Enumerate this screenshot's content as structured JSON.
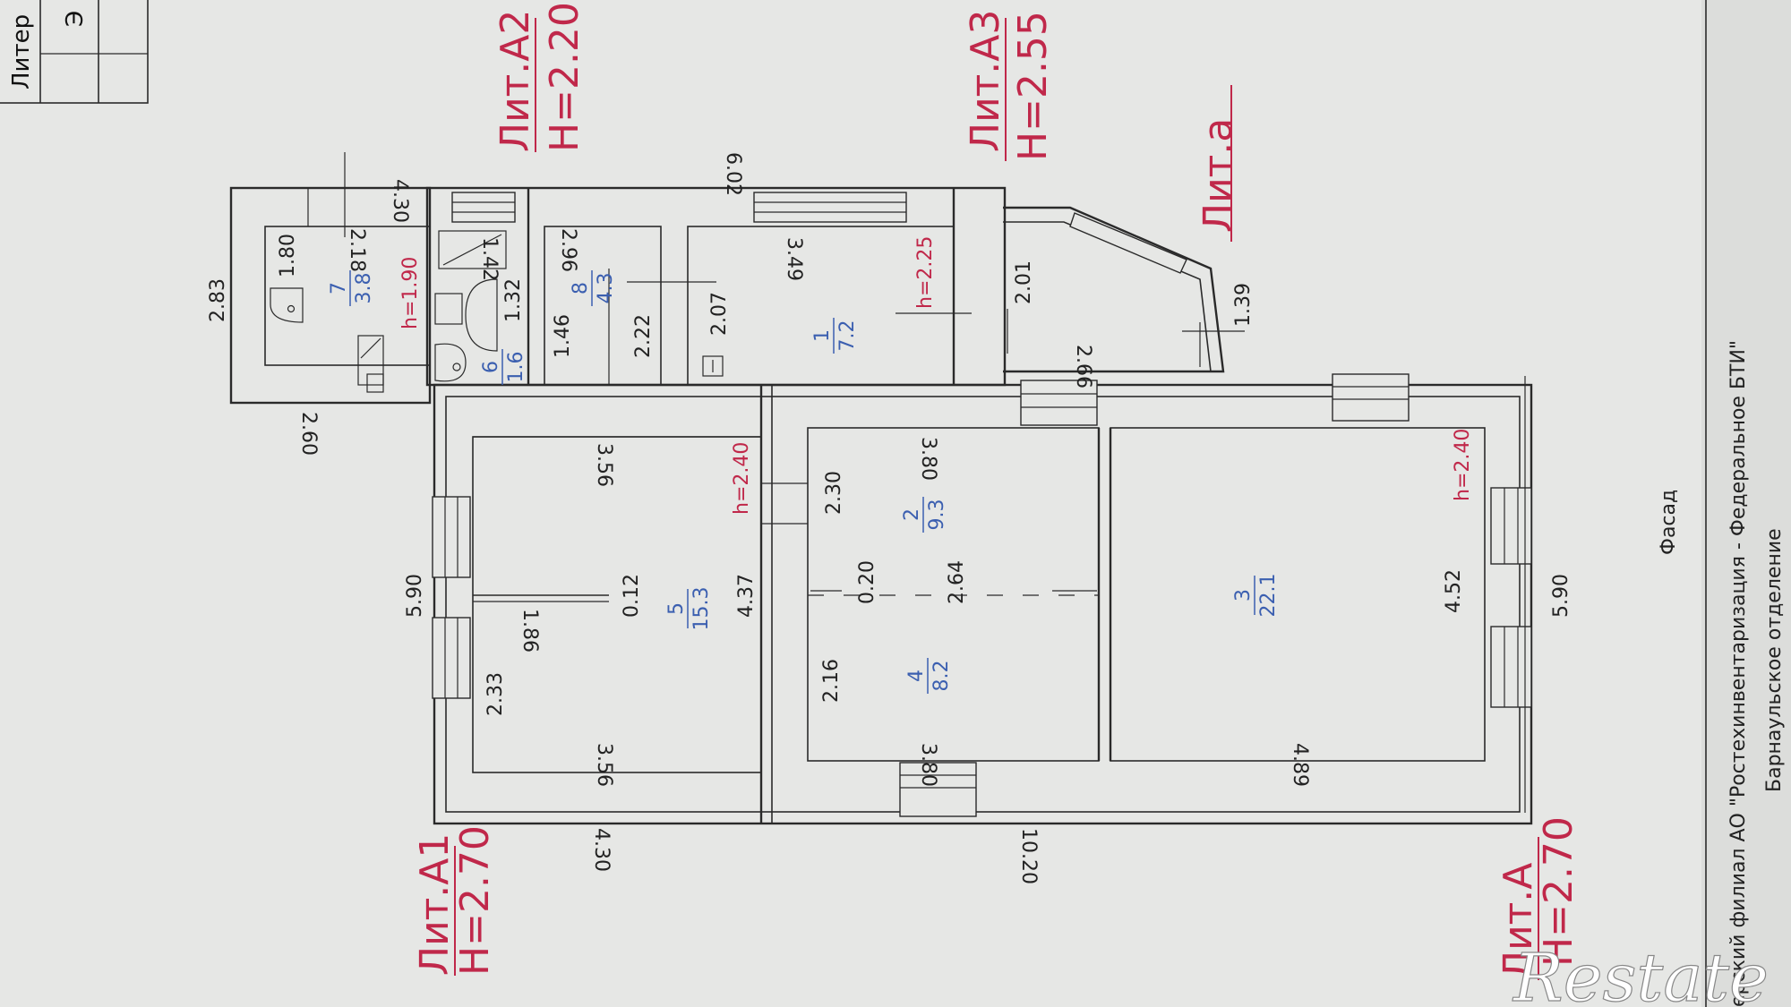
{
  "header": {
    "literal_label": "Литер",
    "cut_letter": "Э"
  },
  "literals": [
    {
      "name": "Лит.А1",
      "height": "H=2.70"
    },
    {
      "name": "Лит.А2",
      "height": "H=2.20"
    },
    {
      "name": "Лит.А3",
      "height": "H=2.55"
    },
    {
      "name": "Лит.а"
    },
    {
      "name": "Лит.А",
      "height": "H=2.70"
    }
  ],
  "rooms": [
    {
      "number": "1",
      "area": "7.2"
    },
    {
      "number": "2",
      "area": "9.3"
    },
    {
      "number": "3",
      "area": "22.1"
    },
    {
      "number": "4",
      "area": "8.2"
    },
    {
      "number": "5",
      "area": "15.3"
    },
    {
      "number": "6",
      "area": "1.6"
    },
    {
      "number": "7",
      "area": "3.8"
    },
    {
      "number": "8",
      "area": "4.3"
    }
  ],
  "ceiling_heights": [
    "h=1.90",
    "h=2.25",
    "h=2.40",
    "h=2.40"
  ],
  "dimensions": [
    "4.30",
    "6.02",
    "2.83",
    "2.18",
    "1.80",
    "1.42",
    "2.96",
    "3.49",
    "1.32",
    "1.46",
    "2.22",
    "2.07",
    "2.01",
    "1.39",
    "2.60",
    "2.66",
    "3.56",
    "3.80",
    "2.30",
    "5.90",
    "1.86",
    "0.12",
    "4.37",
    "0.20",
    "2.64",
    "4.52",
    "5.90",
    "2.33",
    "2.16",
    "3.56",
    "3.80",
    "4.89",
    "4.30",
    "10.20"
  ],
  "footer": {
    "facade": "Фасад",
    "org_line": "ерский филиал АО \"Ростехинвентаризация - Федеральное БТИ\"",
    "dept_line": "Барнаульское отделение"
  },
  "watermark": "Restate"
}
